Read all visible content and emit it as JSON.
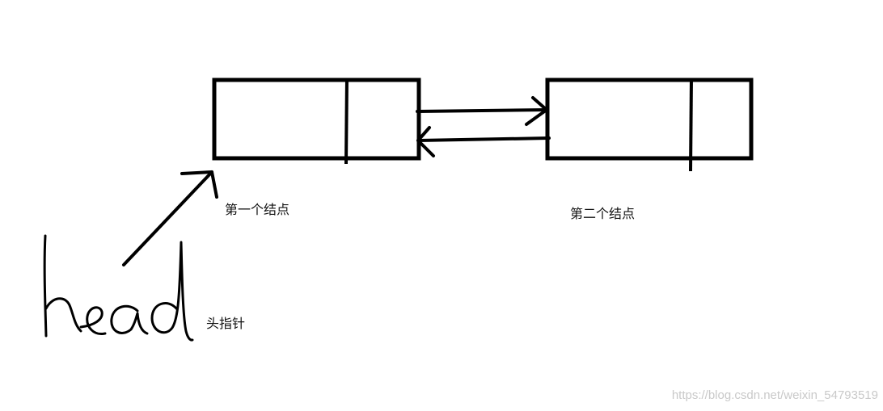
{
  "nodes": {
    "first_label": "第一个结点",
    "second_label": "第二个结点"
  },
  "pointer": {
    "handwritten_text": "head",
    "label": "头指针"
  },
  "watermark": "https://blog.csdn.net/weixin_54793519"
}
